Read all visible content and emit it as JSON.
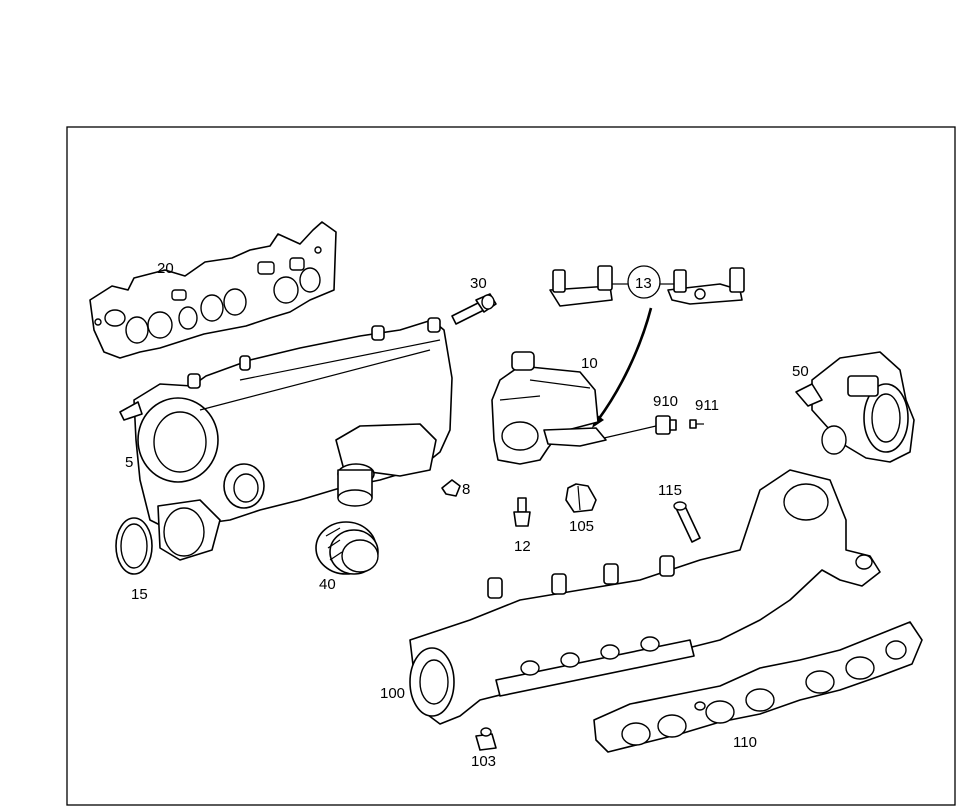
{
  "parts": [
    {
      "id": "p20",
      "number": "20"
    },
    {
      "id": "p30",
      "number": "30"
    },
    {
      "id": "p13",
      "number": "13"
    },
    {
      "id": "p10",
      "number": "10"
    },
    {
      "id": "p50",
      "number": "50"
    },
    {
      "id": "p910",
      "number": "910"
    },
    {
      "id": "p911",
      "number": "911"
    },
    {
      "id": "p5",
      "number": "5"
    },
    {
      "id": "p8",
      "number": "8"
    },
    {
      "id": "p115",
      "number": "115"
    },
    {
      "id": "p105",
      "number": "105"
    },
    {
      "id": "p12",
      "number": "12"
    },
    {
      "id": "p15",
      "number": "15"
    },
    {
      "id": "p40",
      "number": "40"
    },
    {
      "id": "p100",
      "number": "100"
    },
    {
      "id": "p110",
      "number": "110"
    },
    {
      "id": "p103",
      "number": "103"
    }
  ]
}
